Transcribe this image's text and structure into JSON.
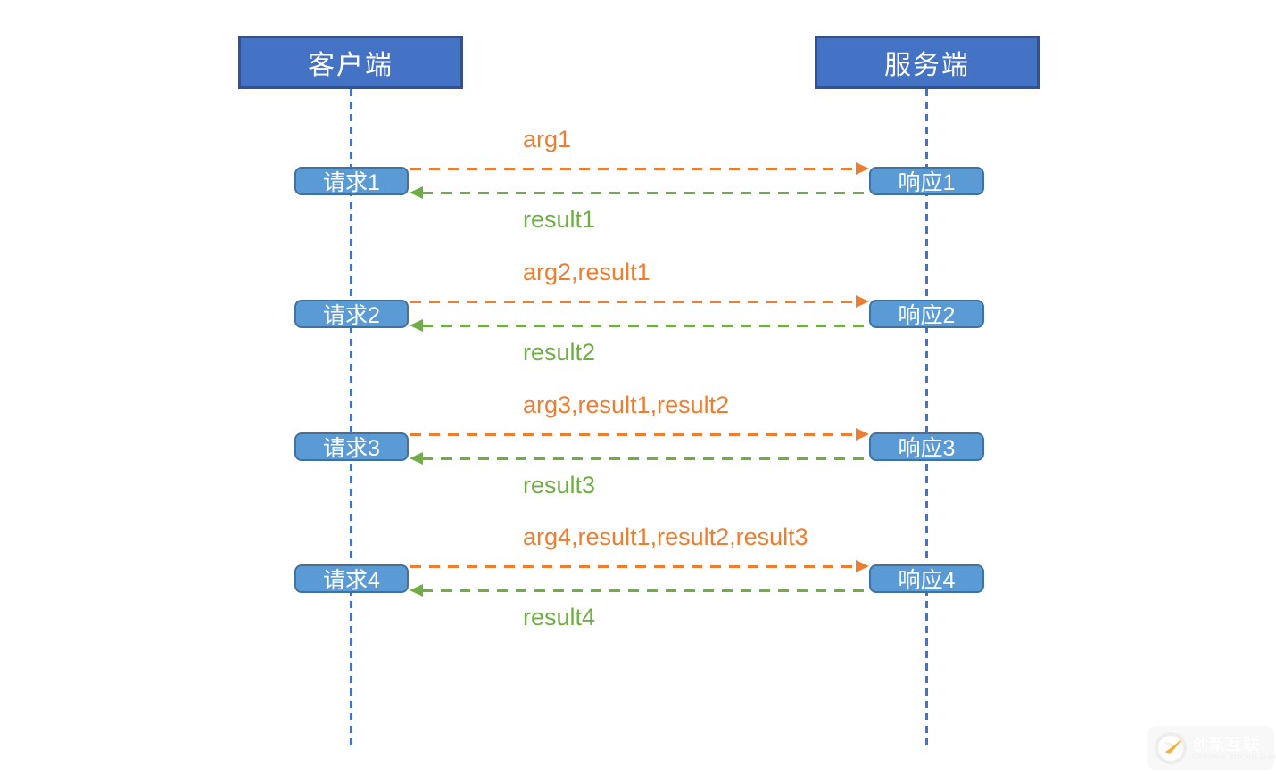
{
  "diagram": {
    "actors": {
      "client": {
        "label": "客户端"
      },
      "server": {
        "label": "服务端"
      }
    },
    "rows": [
      {
        "request": "请求1",
        "response": "响应1",
        "arg": "arg1",
        "result": "result1"
      },
      {
        "request": "请求2",
        "response": "响应2",
        "arg": "arg2,result1",
        "result": "result2"
      },
      {
        "request": "请求3",
        "response": "响应3",
        "arg": "arg3,result1,result2",
        "result": "result3"
      },
      {
        "request": "请求4",
        "response": "响应4",
        "arg": "arg4,result1,result2,result3",
        "result": "result4"
      }
    ],
    "colors": {
      "header_fill": "#4472C4",
      "header_border": "#35508E",
      "node_fill": "#5B9BD5",
      "node_border": "#41719C",
      "lifeline": "#4472C4",
      "arg_arrow": "#ED7D31",
      "result_arrow": "#70AD47"
    }
  },
  "watermark": {
    "brand": "创新互联",
    "brand_en": "CHUANG XIN HU LIAN",
    "swoosh_color": "#F2B33D"
  }
}
